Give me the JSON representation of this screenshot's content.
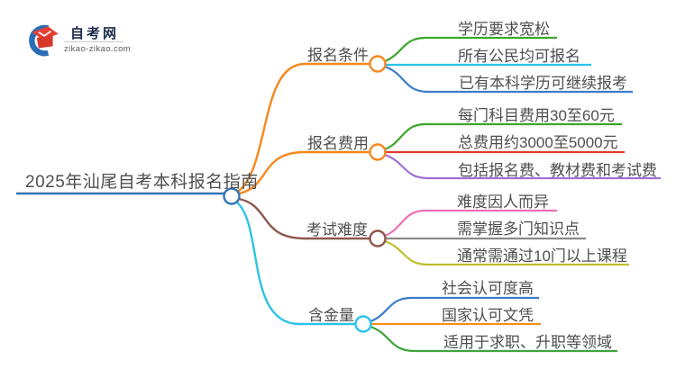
{
  "logo": {
    "site_name": "自考网",
    "site_url": "zikao-zikao.com",
    "brand_navy": "#1b2a4a",
    "brand_blue": "#2a6db5",
    "brand_red": "#e63f34"
  },
  "mindmap": {
    "text_color": "#4f4f4f",
    "root": {
      "label": "2025年汕尾自考本科报名指南",
      "color": "#3474b5"
    },
    "branches": [
      {
        "label": "报名条件",
        "color": "#f6881f",
        "children": [
          {
            "label": "学历要求宽松",
            "color": "#3ea52c"
          },
          {
            "label": "所有公民均可报名",
            "color": "#29c3ef"
          },
          {
            "label": "已有本科学历可继续报考",
            "color": "#3b7dc8"
          }
        ]
      },
      {
        "label": "报名费用",
        "color": "#f6881f",
        "children": [
          {
            "label": "每门科目费用30至60元",
            "color": "#3ea52c"
          },
          {
            "label": "总费用约3000至5000元",
            "color": "#e23a2e"
          },
          {
            "label": "包括报名费、教材费和考试费",
            "color": "#9f6fd6"
          }
        ]
      },
      {
        "label": "考试难度",
        "color": "#8d574d",
        "children": [
          {
            "label": "难度因人而异",
            "color": "#ee6fb5"
          },
          {
            "label": "需掌握多门知识点",
            "color": "#8a8a8a"
          },
          {
            "label": "通常需通过10门以上课程",
            "color": "#bfbf2d"
          }
        ]
      },
      {
        "label": "含金量",
        "color": "#2cc3e8",
        "children": [
          {
            "label": "社会认可度高",
            "color": "#3b7dc8"
          },
          {
            "label": "国家认可文凭",
            "color": "#fb8c17"
          },
          {
            "label": "适用于求职、升职等领域",
            "color": "#3fa53a"
          }
        ]
      }
    ]
  }
}
